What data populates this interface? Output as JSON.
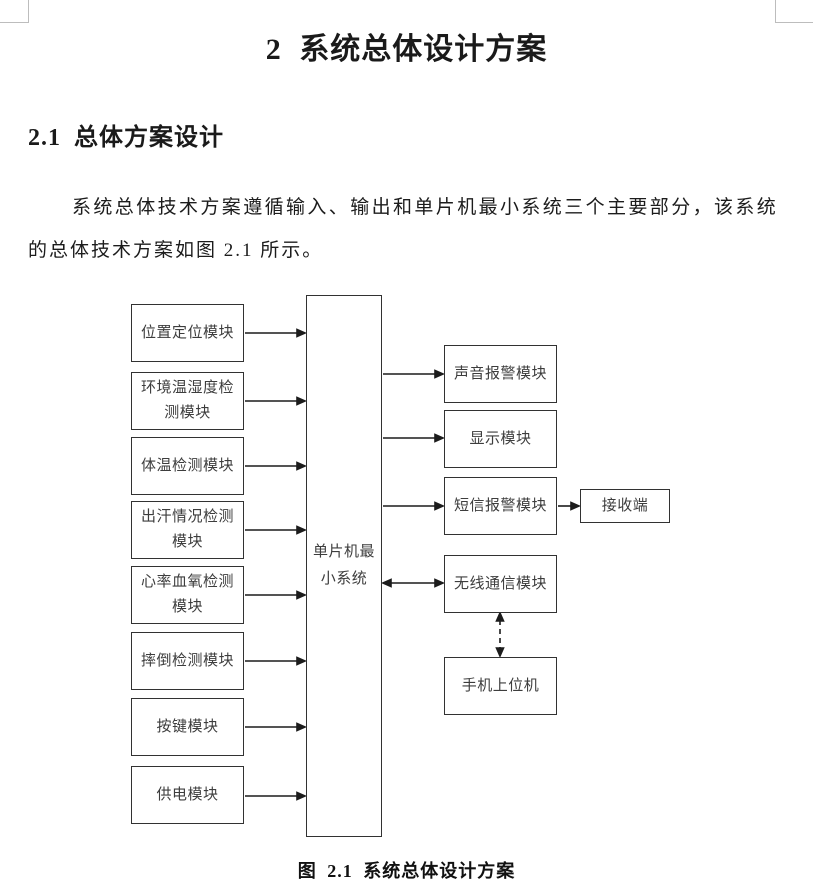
{
  "page": {
    "title": "2 系统总体设计方案",
    "section_heading": "2.1 总体方案设计",
    "paragraph_lines": [
      "系统总体技术方案遵循输入、输出和单片机最小系统三个主要部分，该系统",
      "的总体技术方案如图 2.1 所示。"
    ],
    "figure_caption": "图 2.1 系统总体设计方案"
  },
  "diagram": {
    "center_box": {
      "lines": [
        "单片机最",
        "小系统"
      ]
    },
    "input_modules": [
      "位置定位模块",
      "环境温湿度检测模块",
      "体温检测模块",
      "出汗情况检测模块",
      "心率血氧检测模块",
      "摔倒检测模块",
      "按键模块",
      "供电模块"
    ],
    "output_modules": [
      "声音报警模块",
      "显示模块",
      "短信报警模块",
      "无线通信模块",
      "手机上位机"
    ],
    "receiver_label": "接收端",
    "colors": {
      "line": "#1c1c1c",
      "box_border": "#323232",
      "text": "#3d3d3d"
    }
  }
}
